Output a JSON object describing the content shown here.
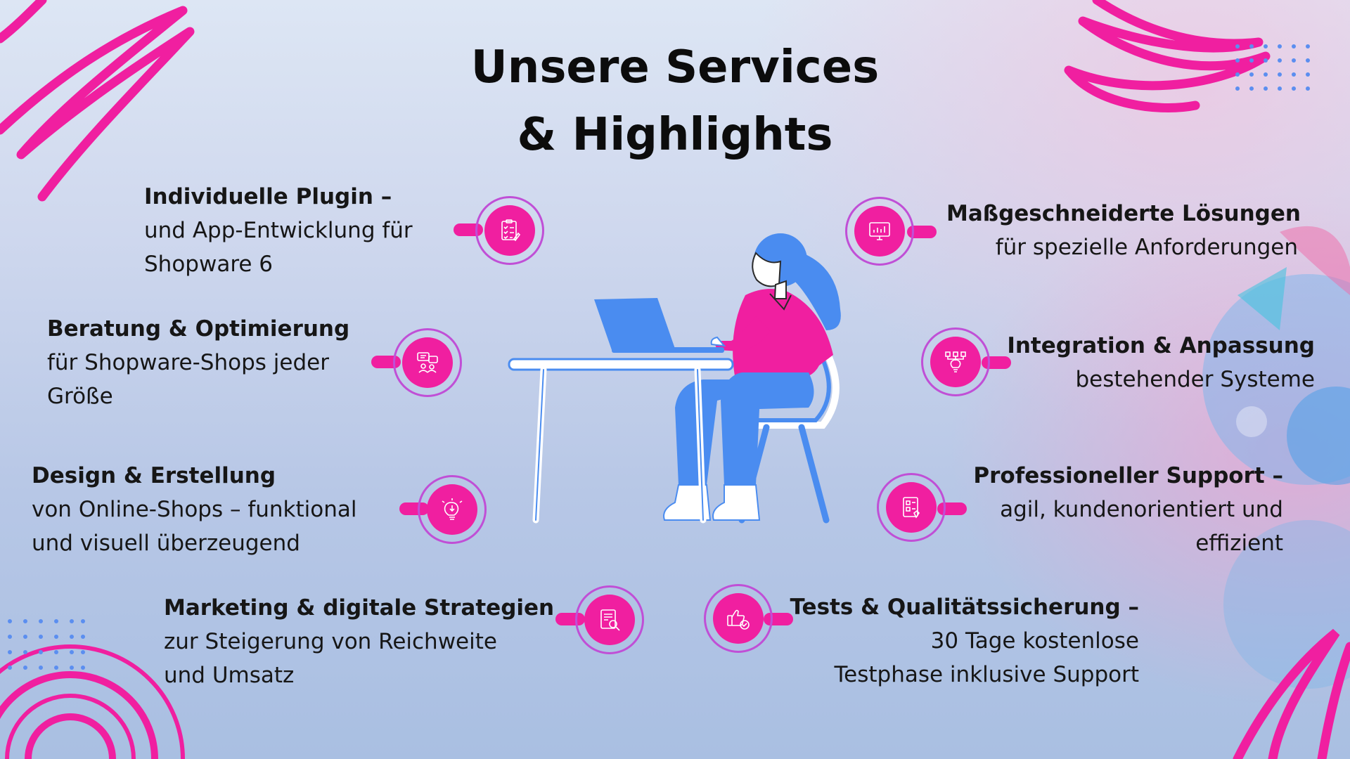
{
  "header": {
    "title_line1": "Unsere Services",
    "title_line2": "& Highlights"
  },
  "services": [
    {
      "heading": "Individuelle Plugin –",
      "line1": "und App-Entwicklung für",
      "line2": "Shopware 6",
      "icon": "clipboard-checklist-icon"
    },
    {
      "heading": "Beratung & Optimierung",
      "line1": "für Shopware-Shops jeder",
      "line2": "Größe",
      "icon": "consulting-chat-icon"
    },
    {
      "heading": "Design & Erstellung",
      "line1": "von Online-Shops – funktional",
      "line2": "und visuell überzeugend",
      "icon": "lightbulb-design-icon"
    },
    {
      "heading": "Marketing & digitale Strategien",
      "line1": "zur Steigerung von Reichweite",
      "line2": "und Umsatz",
      "icon": "document-search-icon"
    },
    {
      "heading": "Maßgeschneiderte Lösungen",
      "line1": "für spezielle Anforderungen",
      "icon": "monitor-chart-icon"
    },
    {
      "heading": "Integration & Anpassung",
      "line1": "bestehender Systeme",
      "icon": "network-bulb-icon"
    },
    {
      "heading": "Professioneller Support –",
      "line1": "agil, kundenorientiert und",
      "line2": "effizient",
      "icon": "support-document-icon"
    },
    {
      "heading": "Tests & Qualitätssicherung –",
      "line1": "30 Tage kostenlose",
      "line2": "Testphase inklusive Support",
      "icon": "thumbs-up-check-icon"
    }
  ],
  "colors": {
    "accent_pink": "#f01fa0",
    "ring_purple": "#c04fd6",
    "figure_blue": "#4a8cf0",
    "text": "#161616"
  }
}
